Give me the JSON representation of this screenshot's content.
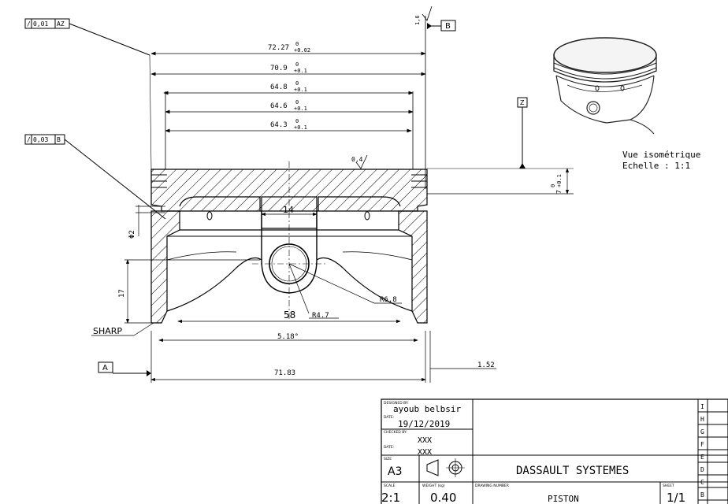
{
  "gdt": {
    "top_frame": {
      "symbol": "/",
      "tolerance": "0,01",
      "datum": "AZ"
    },
    "mid_frame": {
      "symbol": "/",
      "tolerance": "0,03",
      "datum": "B"
    },
    "datum_b": "B",
    "datum_z": "Z",
    "datum_a": "A",
    "roughness_top": "1,6",
    "roughness_face": "0,4"
  },
  "dims": {
    "d1": {
      "nominal": "72.27",
      "upper": "0",
      "lower": "+0.02"
    },
    "d2": {
      "nominal": "70.9",
      "upper": "0",
      "lower": "+0.1"
    },
    "d3": {
      "nominal": "64.8",
      "upper": "0",
      "lower": "+0.1"
    },
    "d4": {
      "nominal": "64.6",
      "upper": "0",
      "lower": "+0.1"
    },
    "d5": {
      "nominal": "64.3",
      "upper": "0",
      "lower": "+0.1"
    },
    "height": {
      "nominal": "7",
      "upper": "0",
      "lower": "+0.1"
    },
    "pin_boss": "14",
    "ring_dia": "Φ2",
    "height_17": "17",
    "r68": "R6.8",
    "r47": "R4.7",
    "d58": "58",
    "angle": "5.18°",
    "d7183": "71.83",
    "d152": "1.52",
    "sharp": "SHARP"
  },
  "iso_view": {
    "line1": "Vue isométrique",
    "line2": "Echelle :  1:1"
  },
  "title_block": {
    "designed_label": "DESIGNED BY:",
    "designer": "ayoub belbsir",
    "date_label": "DATE:",
    "date": "19/12/2019",
    "checked_label": "CHECKED BY:",
    "checker": "XXX",
    "date2_label": "DATE:",
    "date2": "XXX",
    "size_label": "SIZE",
    "size": "A3",
    "company": "DASSAULT SYSTEMES",
    "scale_label": "SCALE",
    "scale": "2:1",
    "weight_label": "WEIGHT (kg)",
    "weight": "0.40",
    "drawing_label": "DRAWING NUMBER",
    "drawing": "PISTON",
    "sheet_label": "SHEET",
    "sheet": "1/1",
    "revs": [
      "I",
      "H",
      "G",
      "F",
      "E",
      "D",
      "C",
      "B"
    ]
  }
}
